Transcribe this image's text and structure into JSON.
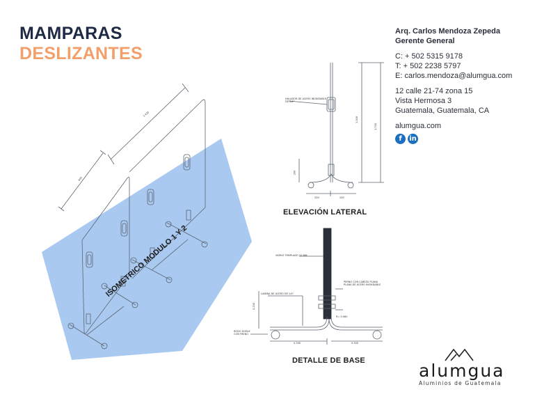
{
  "header": {
    "title_line1": "MAMPARAS",
    "title_line2": "DESLIZANTES"
  },
  "contact": {
    "name": "Arq. Carlos Mendoza Zepeda",
    "role": "Gerente General",
    "cell": "C: + 502 5315 9178",
    "tel": "T: + 502 2238 5797",
    "email": "E: carlos.mendoza@alumgua.com",
    "address1": "12 calle 21-74 zona 15",
    "address2": "Vista Hermosa 3",
    "address3": "Guatemala, Guatemala, CA",
    "website": "alumgua.com",
    "social": [
      {
        "icon": "facebook-icon",
        "glyph": "f"
      },
      {
        "icon": "linkedin-icon",
        "glyph": "in"
      }
    ]
  },
  "drawings": {
    "isometric_label": "ISOMETRICO MODULO 1 Y 2",
    "dim_top": "1.420",
    "dim_side": "600",
    "elevation_title": "ELEVACIÓN LATERAL",
    "elevation_note": "HALADOR DE ACERO INOXIDABLE DE 3/4\"",
    "elevation_dim_a": "1.300",
    "elevation_dim_b": "1.700",
    "elevation_dim_c": "200",
    "elevation_dim_d": "200",
    "elevation_dim_e": "200",
    "base_title": "DETALLE DE BASE",
    "base_note_glass": "VIDRIO TEMPLADO 10 MM",
    "base_note_bolt": "PERNO CON CABEZA PLANA PLANA DE ACERO INOXIDABLE",
    "base_note_plate": "LAMINA DE ACERO DE 1/4\"",
    "base_note_wheel": "RODO DOBLE CON FRENO",
    "base_dim_r": "R= 0.060",
    "base_dim_left": "0.300",
    "base_dim_right": "0.300",
    "base_dim_h": "0.200",
    "colors": {
      "highlight_blue": "#a9c9f0",
      "title_orange": "#f2a06b",
      "title_navy": "#1f2a44"
    }
  },
  "brand": {
    "logo_text": "alumgua",
    "tagline": "Aluminios de Guatemala"
  }
}
